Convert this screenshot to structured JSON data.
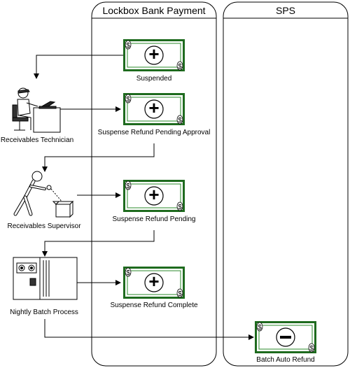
{
  "lanes": {
    "lockbox": "Lockbox Bank Payment",
    "sps": "SPS"
  },
  "states": {
    "suspended": "Suspended",
    "pending_approval": "Suspense Refund Pending Approval",
    "pending": "Suspense Refund Pending",
    "complete": "Suspense Refund Complete",
    "auto_refund": "Batch Auto Refund"
  },
  "actors": {
    "technician": "Receivables Technician",
    "supervisor": "Receivables Supervisor",
    "batch": "Nightly Batch Process"
  },
  "glyphs": {
    "dollar": "$",
    "plus": "+",
    "minus": "−"
  },
  "colors": {
    "bill_border": "#1e6b1e",
    "bill_inner": "#2e8b2e",
    "line": "#000000"
  }
}
